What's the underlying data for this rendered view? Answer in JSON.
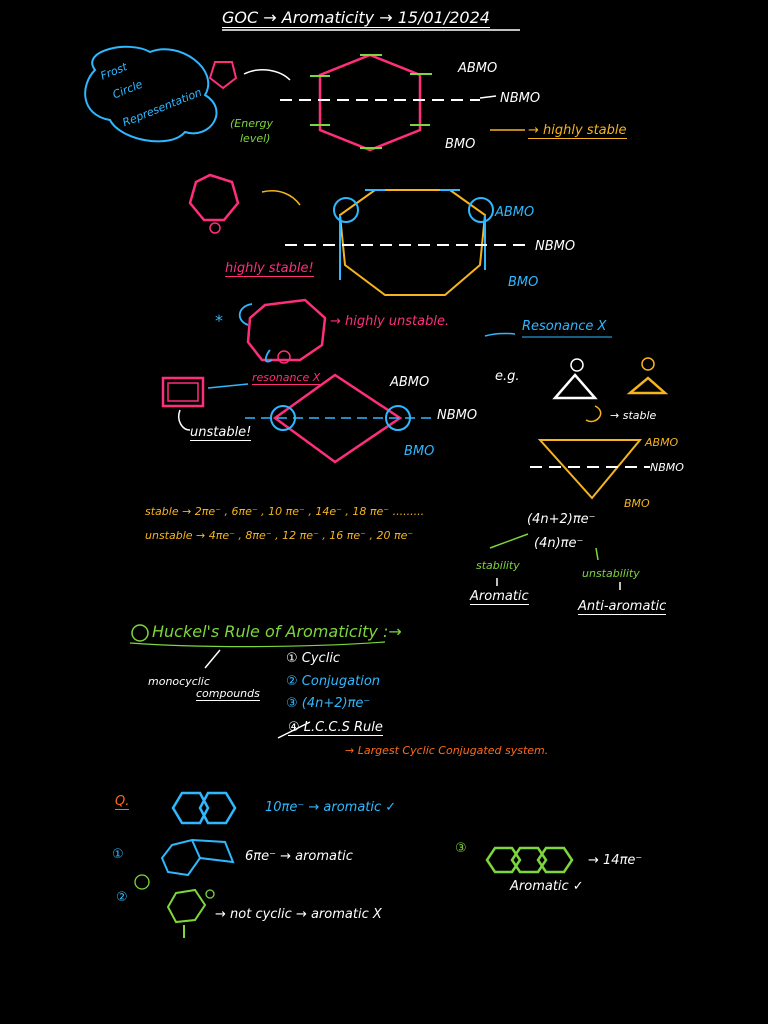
{
  "title": "GOC → Aromaticity → 15/01/2024",
  "frost": {
    "bubble": [
      "Frost",
      "Circle",
      "Representation"
    ],
    "energy_level": [
      "(Energy",
      "level)"
    ],
    "abmo": "ABMO",
    "nbmo": "NBMO",
    "bmo": "BMO",
    "verdict": "→ highly stable"
  },
  "cation": {
    "highly_stable": "highly stable!",
    "abmo": "ABMO",
    "nbmo": "NBMO",
    "bmo": "BMO"
  },
  "cot": {
    "star": "*",
    "highly_unstable": "→ highly unstable.",
    "resonance": "Resonance X"
  },
  "cbd": {
    "resonance": "resonance X",
    "unstable": "unstable!",
    "abmo": "ABMO",
    "nbmo": "NBMO",
    "bmo": "BMO"
  },
  "eg": {
    "label": "e.g.",
    "stable": "→ stable",
    "abmo": "ABMO",
    "nbmo": "NBMO",
    "bmo": "BMO"
  },
  "rule": {
    "stable_line": "stable →  2πe⁻ , 6πe⁻ , 10 πe⁻ , 14e⁻ , 18 πe⁻ .........",
    "unstable_line": "unstable →  4πe⁻ , 8πe⁻ , 12 πe⁻ , 16 πe⁻ , 20 πe⁻",
    "four_n_plus_2": "(4n+2)πe⁻",
    "four_n": "(4n)πe⁻",
    "stability": "stability",
    "aromatic": "Aromatic",
    "unstability": "unstability",
    "anti_aromatic": "Anti-aromatic"
  },
  "huckel": {
    "heading": "Huckel's Rule of Aromaticity :→",
    "monocyclic": [
      "monocyclic",
      "compounds"
    ],
    "items": [
      "① Cyclic",
      "② Conjugation",
      "③ (4n+2)πe⁻",
      "④ L.C.C.S Rule"
    ],
    "lccs": "→ Largest Cyclic Conjugated system."
  },
  "questions": {
    "q_label": "Q.",
    "naphthalene": "10πe⁻ → aromatic ✓",
    "one": "①",
    "one_text": "6πe⁻ → aromatic",
    "two": "②",
    "two_text": "→ not cyclic → aromatic X",
    "three": "③",
    "three_text": "→ 14πe⁻",
    "three_verdict": "Aromatic ✓"
  }
}
